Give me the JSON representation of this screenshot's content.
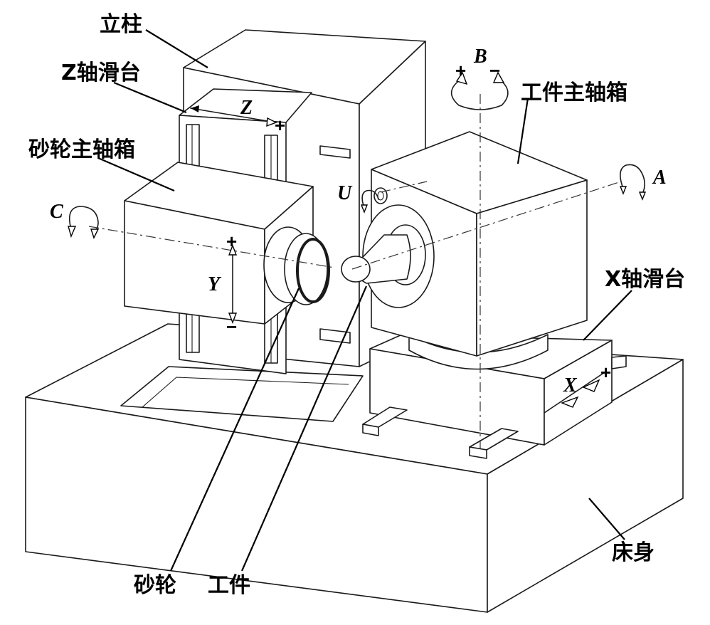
{
  "labels": {
    "column": "立柱",
    "z_slide": "Z轴滑台",
    "wheel_headstock": "砂轮主轴箱",
    "work_headstock": "工件主轴箱",
    "x_slide": "X轴滑台",
    "bed": "床身",
    "grinding_wheel": "砂轮",
    "workpiece": "工件"
  },
  "axes": {
    "x": "X",
    "y": "Y",
    "z": "Z",
    "a": "A",
    "b": "B",
    "c": "C",
    "u": "U",
    "plus": "+",
    "minus": "−"
  }
}
